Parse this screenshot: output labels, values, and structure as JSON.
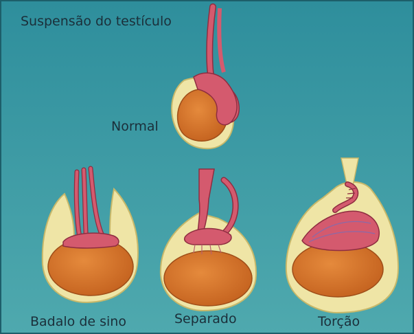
{
  "title": "Suspensão do testículo",
  "panels": [
    {
      "id": "normal",
      "label": "Normal"
    },
    {
      "id": "bell-clapper",
      "label": "Badalo de sino"
    },
    {
      "id": "separated",
      "label": "Separado"
    },
    {
      "id": "torsion",
      "label": "Torção"
    }
  ],
  "colors": {
    "background_top": "#2e8e9c",
    "background_bottom": "#4fa9ae",
    "tunica": "#efe5a6",
    "tunica_edge": "#c7b86a",
    "testis": "#d8782c",
    "testis_edge": "#9e4d18",
    "cord": "#d45a6e",
    "cord_edge": "#8e2d40"
  }
}
